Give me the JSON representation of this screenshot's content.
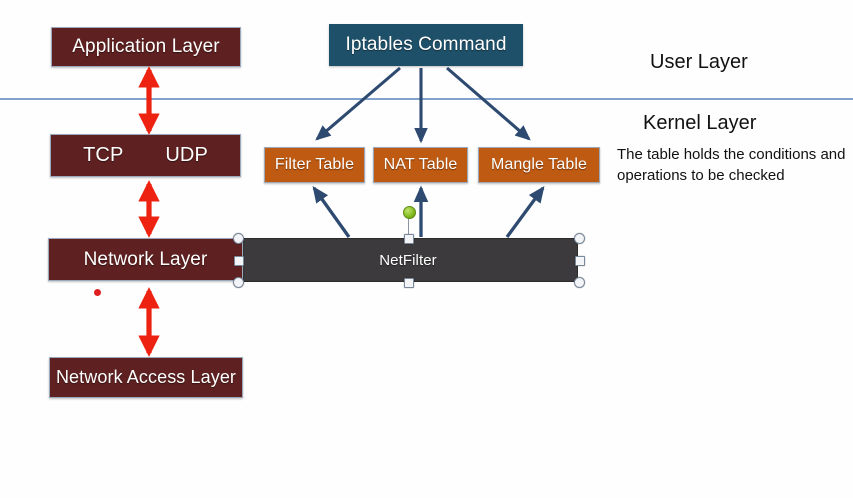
{
  "slide": {
    "divider_color": "#6b92c4",
    "background": "#fefefe"
  },
  "labels": {
    "user_layer": "User Layer",
    "kernel_layer": "Kernel Layer",
    "note": "The table holds the conditions and operations to be checked"
  },
  "stack": {
    "application_layer": "Application Layer",
    "transport_tcp": "TCP",
    "transport_udp": "UDP",
    "network_layer": "Network Layer",
    "network_access_layer": "Network Access Layer",
    "color": "#5e2020"
  },
  "command": {
    "iptables": "Iptables Command",
    "color": "#1f5069"
  },
  "tables": [
    {
      "label": "Filter Table",
      "color": "#bf5a12"
    },
    {
      "label": "NAT Table",
      "color": "#bf5a12"
    },
    {
      "label": "Mangle Table",
      "color": "#bf5a12"
    }
  ],
  "netfilter": {
    "label": "NetFilter",
    "color": "#3c3a3c",
    "selected": true,
    "rotation_handle_color": "#7cb518"
  },
  "arrows": {
    "stack_arrow_color": "#ee2211",
    "flow_arrow_color": "#2e4a70",
    "marker_dot_color": "#e02020"
  },
  "icons": {
    "rotation": "rotation-handle-icon",
    "resize": "resize-handle-icon"
  }
}
